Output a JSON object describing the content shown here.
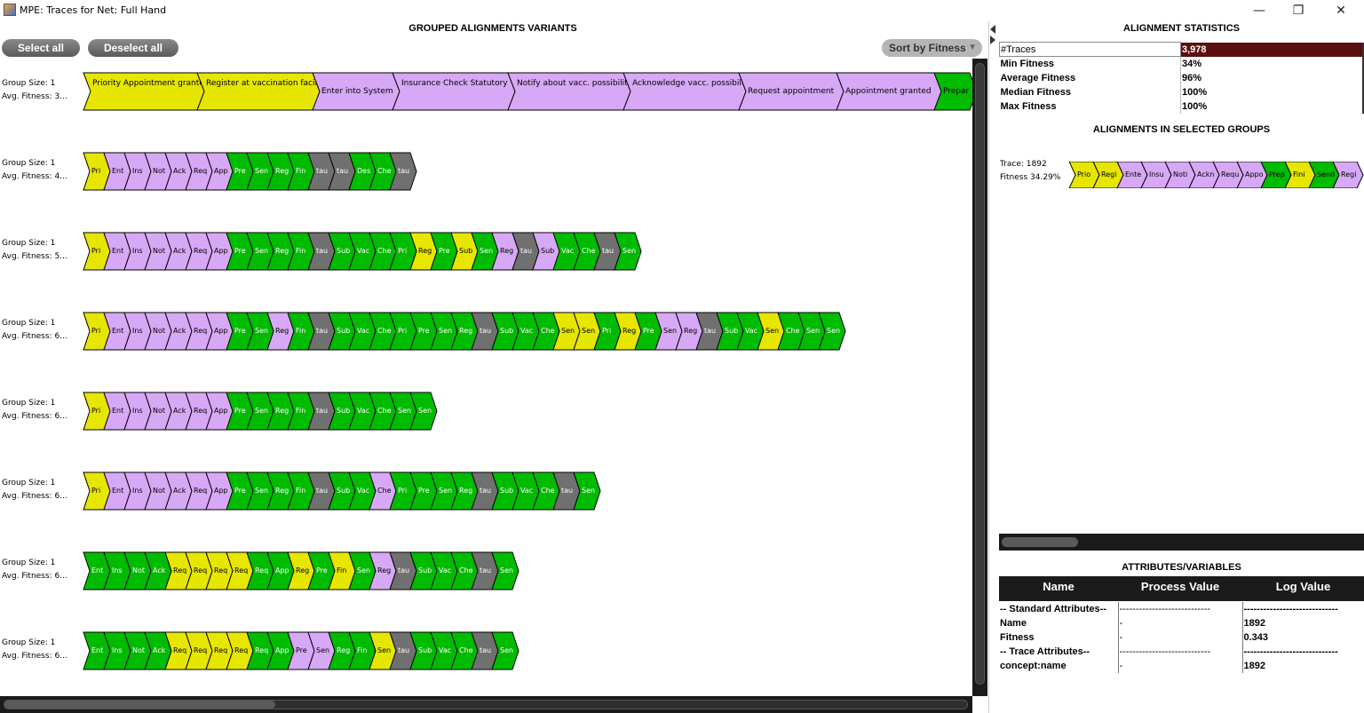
{
  "window": {
    "title": "MPE: Traces for Net: Full Hand",
    "min_glyph": "—",
    "max_glyph": "❐",
    "close_glyph": "✕"
  },
  "colors": {
    "yellow": "#e6e600",
    "purple": "#d7a8f5",
    "green": "#00bb00",
    "gray": "#707070",
    "stroke": "#000000"
  },
  "left_panel": {
    "title": "GROUPED ALIGNMENTS VARIANTS",
    "select_all": "Select all",
    "deselect_all": "Deselect all",
    "sort_button": "Sort by Fitness",
    "sort_arrow": "▼"
  },
  "first_variant": {
    "group_size": "Group Size: 1",
    "avg_fitness": "Avg. Fitness: 3...",
    "steps": [
      {
        "label": "Priority Appointment granted",
        "color": "y"
      },
      {
        "label": "Register at vaccination facility",
        "color": "y"
      },
      {
        "label": "Enter into System",
        "color": "p"
      },
      {
        "label": "Insurance Check Statutory",
        "color": "p"
      },
      {
        "label": "Notify about vacc. possibility",
        "color": "p"
      },
      {
        "label": "Acknowledge vacc. possibility",
        "color": "p"
      },
      {
        "label": "Request appointment",
        "color": "p"
      },
      {
        "label": "Appointment granted",
        "color": "p"
      },
      {
        "label": "Prepar",
        "color": "g"
      }
    ]
  },
  "variants": [
    {
      "group_size": "Group Size: 1",
      "avg_fitness": "Avg. Fitness: 4...",
      "steps": [
        [
          "Pri",
          "y"
        ],
        [
          "Ent",
          "p"
        ],
        [
          "Ins",
          "p"
        ],
        [
          "Not",
          "p"
        ],
        [
          "Ack",
          "p"
        ],
        [
          "Req",
          "p"
        ],
        [
          "App",
          "p"
        ],
        [
          "Pre",
          "g"
        ],
        [
          "Sen",
          "g"
        ],
        [
          "Reg",
          "g"
        ],
        [
          "Fin",
          "g"
        ],
        [
          "tau",
          "t"
        ],
        [
          "tau",
          "t"
        ],
        [
          "Des",
          "g"
        ],
        [
          "Che",
          "g"
        ],
        [
          "tau",
          "t"
        ]
      ]
    },
    {
      "group_size": "Group Size: 1",
      "avg_fitness": "Avg. Fitness: 5...",
      "steps": [
        [
          "Pri",
          "y"
        ],
        [
          "Ent",
          "p"
        ],
        [
          "Ins",
          "p"
        ],
        [
          "Not",
          "p"
        ],
        [
          "Ack",
          "p"
        ],
        [
          "Req",
          "p"
        ],
        [
          "App",
          "p"
        ],
        [
          "Pre",
          "g"
        ],
        [
          "Sen",
          "g"
        ],
        [
          "Reg",
          "g"
        ],
        [
          "Fin",
          "g"
        ],
        [
          "tau",
          "t"
        ],
        [
          "Sub",
          "g"
        ],
        [
          "Vac",
          "g"
        ],
        [
          "Che",
          "g"
        ],
        [
          "Pri",
          "g"
        ],
        [
          "Reg",
          "y"
        ],
        [
          "Pre",
          "g"
        ],
        [
          "Sub",
          "y"
        ],
        [
          "Sen",
          "g"
        ],
        [
          "Reg",
          "p"
        ],
        [
          "tau",
          "t"
        ],
        [
          "Sub",
          "p"
        ],
        [
          "Vac",
          "g"
        ],
        [
          "Che",
          "g"
        ],
        [
          "tau",
          "t"
        ],
        [
          "Sen",
          "g"
        ]
      ]
    },
    {
      "group_size": "Group Size: 1",
      "avg_fitness": "Avg. Fitness: 6...",
      "steps": [
        [
          "Pri",
          "y"
        ],
        [
          "Ent",
          "p"
        ],
        [
          "Ins",
          "p"
        ],
        [
          "Not",
          "p"
        ],
        [
          "Ack",
          "p"
        ],
        [
          "Req",
          "p"
        ],
        [
          "App",
          "p"
        ],
        [
          "Pre",
          "g"
        ],
        [
          "Sen",
          "g"
        ],
        [
          "Reg",
          "p"
        ],
        [
          "Fin",
          "g"
        ],
        [
          "tau",
          "t"
        ],
        [
          "Sub",
          "g"
        ],
        [
          "Vac",
          "g"
        ],
        [
          "Che",
          "g"
        ],
        [
          "Pri",
          "g"
        ],
        [
          "Pre",
          "g"
        ],
        [
          "Sen",
          "g"
        ],
        [
          "Reg",
          "g"
        ],
        [
          "tau",
          "t"
        ],
        [
          "Sub",
          "g"
        ],
        [
          "Vac",
          "g"
        ],
        [
          "Che",
          "g"
        ],
        [
          "Sen",
          "y"
        ],
        [
          "Sen",
          "y"
        ],
        [
          "Pri",
          "g"
        ],
        [
          "Reg",
          "y"
        ],
        [
          "Pre",
          "g"
        ],
        [
          "Sen",
          "p"
        ],
        [
          "Reg",
          "p"
        ],
        [
          "tau",
          "t"
        ],
        [
          "Sub",
          "g"
        ],
        [
          "Vac",
          "g"
        ],
        [
          "Sen",
          "y"
        ],
        [
          "Che",
          "g"
        ],
        [
          "Sen",
          "g"
        ],
        [
          "Sen",
          "g"
        ]
      ]
    },
    {
      "group_size": "Group Size: 1",
      "avg_fitness": "Avg. Fitness: 6...",
      "steps": [
        [
          "Pri",
          "y"
        ],
        [
          "Ent",
          "p"
        ],
        [
          "Ins",
          "p"
        ],
        [
          "Not",
          "p"
        ],
        [
          "Ack",
          "p"
        ],
        [
          "Req",
          "p"
        ],
        [
          "App",
          "p"
        ],
        [
          "Pre",
          "g"
        ],
        [
          "Sen",
          "g"
        ],
        [
          "Reg",
          "g"
        ],
        [
          "Fin",
          "g"
        ],
        [
          "tau",
          "t"
        ],
        [
          "Sub",
          "g"
        ],
        [
          "Vac",
          "g"
        ],
        [
          "Che",
          "g"
        ],
        [
          "Sen",
          "g"
        ],
        [
          "Sen",
          "g"
        ]
      ]
    },
    {
      "group_size": "Group Size: 1",
      "avg_fitness": "Avg. Fitness: 6...",
      "steps": [
        [
          "Pri",
          "y"
        ],
        [
          "Ent",
          "p"
        ],
        [
          "Ins",
          "p"
        ],
        [
          "Not",
          "p"
        ],
        [
          "Ack",
          "p"
        ],
        [
          "Req",
          "p"
        ],
        [
          "App",
          "p"
        ],
        [
          "Pre",
          "g"
        ],
        [
          "Sen",
          "g"
        ],
        [
          "Reg",
          "g"
        ],
        [
          "Fin",
          "g"
        ],
        [
          "tau",
          "t"
        ],
        [
          "Sub",
          "g"
        ],
        [
          "Vac",
          "g"
        ],
        [
          "Che",
          "p"
        ],
        [
          "Pri",
          "g"
        ],
        [
          "Pre",
          "g"
        ],
        [
          "Sen",
          "g"
        ],
        [
          "Reg",
          "g"
        ],
        [
          "tau",
          "t"
        ],
        [
          "Sub",
          "g"
        ],
        [
          "Vac",
          "g"
        ],
        [
          "Che",
          "g"
        ],
        [
          "tau",
          "t"
        ],
        [
          "Sen",
          "g"
        ]
      ]
    },
    {
      "group_size": "Group Size: 1",
      "avg_fitness": "Avg. Fitness: 6...",
      "steps": [
        [
          "Ent",
          "g"
        ],
        [
          "Ins",
          "g"
        ],
        [
          "Not",
          "g"
        ],
        [
          "Ack",
          "g"
        ],
        [
          "Req",
          "y"
        ],
        [
          "Req",
          "y"
        ],
        [
          "Req",
          "y"
        ],
        [
          "Req",
          "y"
        ],
        [
          "Req",
          "g"
        ],
        [
          "App",
          "g"
        ],
        [
          "Reg",
          "y"
        ],
        [
          "Pre",
          "g"
        ],
        [
          "Fin",
          "y"
        ],
        [
          "Sen",
          "g"
        ],
        [
          "Reg",
          "p"
        ],
        [
          "tau",
          "t"
        ],
        [
          "Sub",
          "g"
        ],
        [
          "Vac",
          "g"
        ],
        [
          "Che",
          "g"
        ],
        [
          "tau",
          "t"
        ],
        [
          "Sen",
          "g"
        ]
      ]
    },
    {
      "group_size": "Group Size: 1",
      "avg_fitness": "Avg. Fitness: 6...",
      "steps": [
        [
          "Ent",
          "g"
        ],
        [
          "Ins",
          "g"
        ],
        [
          "Not",
          "g"
        ],
        [
          "Ack",
          "g"
        ],
        [
          "Req",
          "y"
        ],
        [
          "Req",
          "y"
        ],
        [
          "Req",
          "y"
        ],
        [
          "Req",
          "y"
        ],
        [
          "Req",
          "g"
        ],
        [
          "App",
          "g"
        ],
        [
          "Pre",
          "p"
        ],
        [
          "Sen",
          "p"
        ],
        [
          "Reg",
          "g"
        ],
        [
          "Fin",
          "g"
        ],
        [
          "Sen",
          "y"
        ],
        [
          "tau",
          "t"
        ],
        [
          "Sub",
          "g"
        ],
        [
          "Vac",
          "g"
        ],
        [
          "Che",
          "g"
        ],
        [
          "tau",
          "t"
        ],
        [
          "Sen",
          "g"
        ]
      ]
    }
  ],
  "stats": {
    "title": "ALIGNMENT STATISTICS",
    "rows": [
      {
        "key": "#Traces",
        "value": "3,978"
      },
      {
        "key": "Min Fitness",
        "value": "34%"
      },
      {
        "key": "Average Fitness",
        "value": "96%"
      },
      {
        "key": "Median Fitness",
        "value": "100%"
      },
      {
        "key": "Max Fitness",
        "value": "100%"
      }
    ]
  },
  "selected": {
    "title": "ALIGNMENTS IN SELECTED GROUPS",
    "trace_label": "Trace: 1892",
    "fitness_label": "Fitness 34.29%",
    "steps": [
      [
        "Prio",
        "y"
      ],
      [
        "Regi",
        "y"
      ],
      [
        "Ente",
        "p"
      ],
      [
        "Insu",
        "p"
      ],
      [
        "Noti",
        "p"
      ],
      [
        "Ackn",
        "p"
      ],
      [
        "Requ",
        "p"
      ],
      [
        "Appo",
        "p"
      ],
      [
        "Prep",
        "g"
      ],
      [
        "Fini",
        "y"
      ],
      [
        "Send",
        "g"
      ],
      [
        "Regi",
        "p"
      ]
    ]
  },
  "attributes": {
    "title": "ATTRIBUTES/VARIABLES",
    "headers": {
      "name": "Name",
      "process": "Process Value",
      "log": "Log Value"
    },
    "rows": [
      {
        "name": "-- Standard Attributes--",
        "process": "----------------------------",
        "log": "-----------------------------"
      },
      {
        "name": "Name",
        "process": "-",
        "log": "1892"
      },
      {
        "name": "Fitness",
        "process": "-",
        "log": "0.343"
      },
      {
        "name": "-- Trace Attributes--",
        "process": "----------------------------",
        "log": "-----------------------------"
      },
      {
        "name": "concept:name",
        "process": "-",
        "log": "1892"
      }
    ]
  }
}
